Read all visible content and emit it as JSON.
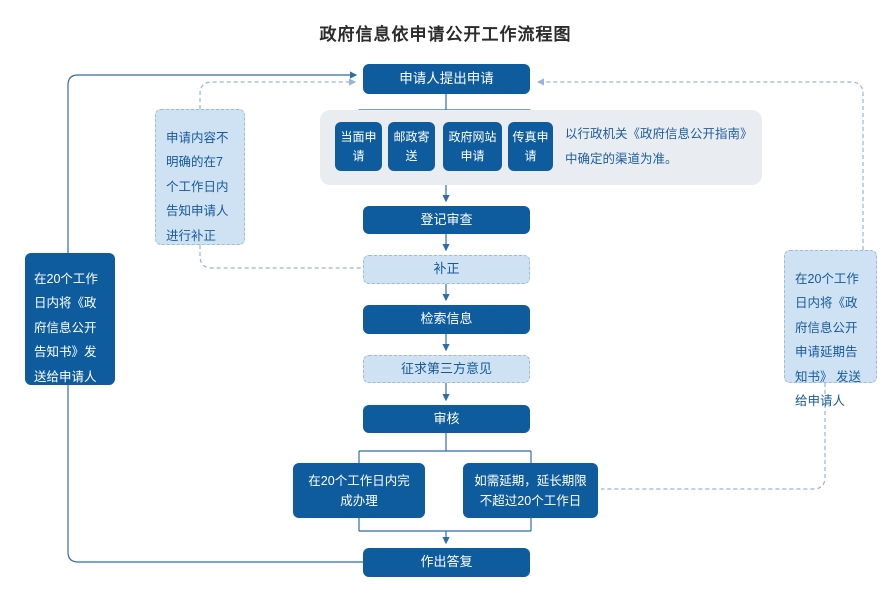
{
  "title": "政府信息依申请公开工作流程图",
  "colors": {
    "primary_box": "#0e5c9e",
    "light_box_fill": "#cfe2f3",
    "light_box_border": "#9bbdda",
    "panel_fill": "#e9edf2",
    "solid_line": "#2f6da8",
    "dashed_line": "#97b6d2",
    "title_text": "#2b2b2b",
    "blue_text": "#15599c"
  },
  "nodes": {
    "apply": "申请人提出申请",
    "register": "登记审查",
    "correction": "补正",
    "retrieve": "检索信息",
    "third_party": "征求第三方意见",
    "review": "审核",
    "complete": "在20个工作日内完成办理",
    "extension": "如需延期，延长期限不超过20个工作日",
    "reply": "作出答复"
  },
  "channels": [
    {
      "label": "当面申请"
    },
    {
      "label": "邮政寄送"
    },
    {
      "label": "政府网站申请"
    },
    {
      "label": "传真申请"
    }
  ],
  "notes": {
    "channel_note": "以行政机关《政府信息公开指南》中确定的渠道为准。",
    "correction_note": "申请内容不明确的在7个工作日内告知申请人进行补正",
    "disclosure_notice": "在20个工作日内将《政府信息公开告知书》发送给申请人",
    "extension_notice": "在20个工作日内将《政府信息公开申请延期告知书》 发送给申请人"
  }
}
